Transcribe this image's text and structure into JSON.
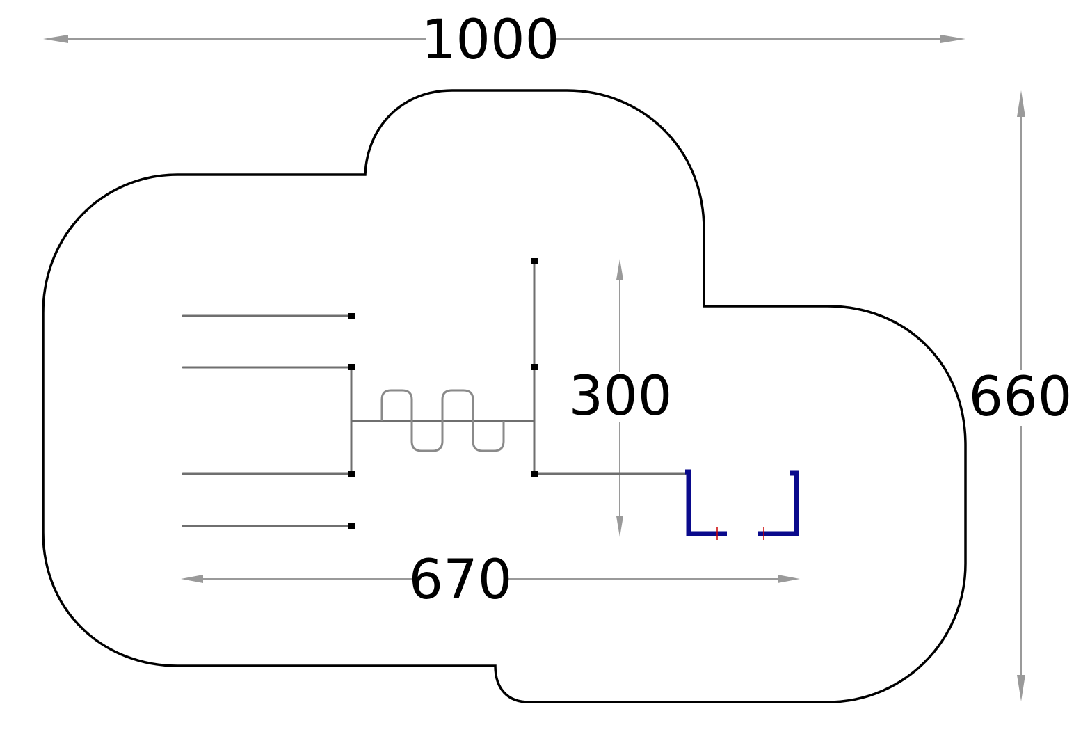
{
  "dimensions": {
    "overall_width": "1000",
    "overall_height": "660",
    "equipment_width": "670",
    "equipment_height": "300"
  },
  "colors": {
    "boundary": "#000000",
    "dimension_line": "#9a9a9a",
    "equipment_frame": "#6f6f6f",
    "bracket": "#0a0a8c"
  }
}
